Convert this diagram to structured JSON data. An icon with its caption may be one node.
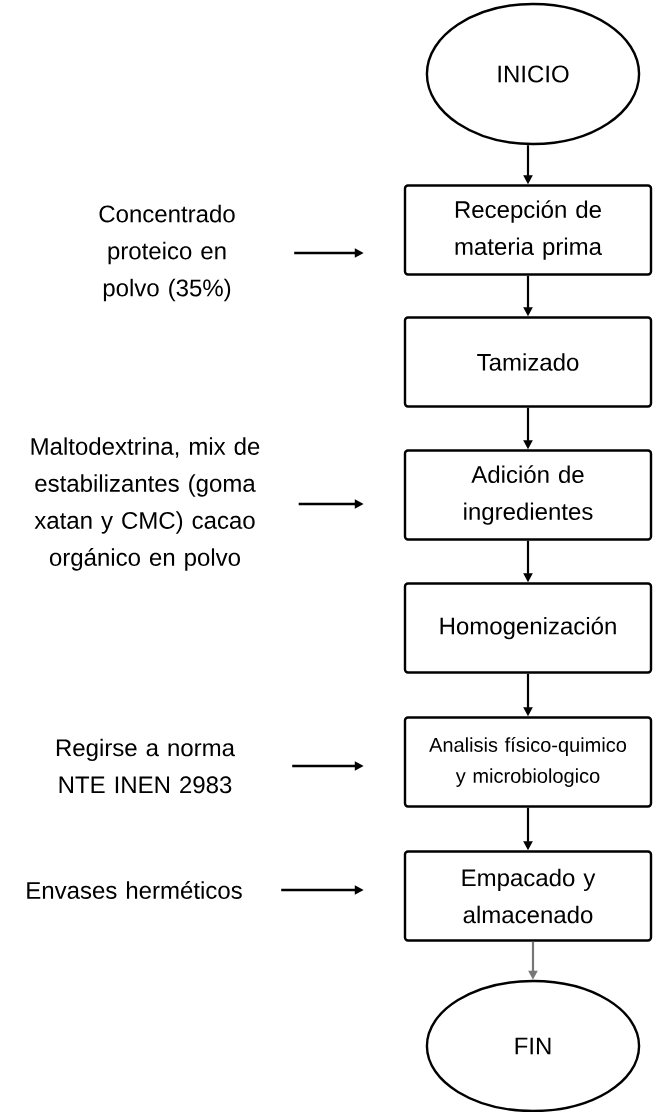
{
  "diagram": {
    "nodes": [
      {
        "text": [
          "INICIO"
        ]
      },
      {
        "text": [
          "Recepción de materia prima"
        ]
      },
      {
        "text": [
          "Tamizado"
        ]
      },
      {
        "text": [
          "Adición de ingredientes"
        ]
      },
      {
        "text": [
          "Homogenización"
        ]
      },
      {
        "text": [
          "Analisis físico-quimico y microbiologico"
        ]
      },
      {
        "text": [
          "Empacado y almacenado"
        ]
      },
      {
        "text": [
          "FIN"
        ]
      },
      {
        "text": [
          "Concentrado proteico en polvo (35%)"
        ]
      },
      {
        "text": [
          "Maltodextrina, mix de estabilizantes (goma xatan y CMC) cacao orgánico en polvo"
        ]
      },
      {
        "text": [
          "Regirse a norma NTE INEN 2983"
        ]
      },
      {
        "text": [
          "Envases herméticos"
        ]
      }
    ],
    "edges": [
      {
        "from": 0,
        "to": 1,
        "arrow": "to"
      },
      {
        "from": 1,
        "to": 2,
        "arrow": "to"
      },
      {
        "from": 2,
        "to": 3,
        "arrow": "to"
      },
      {
        "from": 3,
        "to": 4,
        "arrow": "to"
      },
      {
        "from": 4,
        "to": 5,
        "arrow": "to"
      },
      {
        "from": 5,
        "to": 6,
        "arrow": "to"
      },
      {
        "from": 6,
        "to": 7,
        "arrow": "to",
        "color": "#777777"
      },
      {
        "from": 8,
        "to": 1,
        "arrow": "to"
      },
      {
        "from": 9,
        "to": 3,
        "arrow": "to"
      },
      {
        "from": 10,
        "to": 5,
        "arrow": "to"
      },
      {
        "from": 11,
        "to": 6,
        "arrow": "to"
      }
    ]
  }
}
